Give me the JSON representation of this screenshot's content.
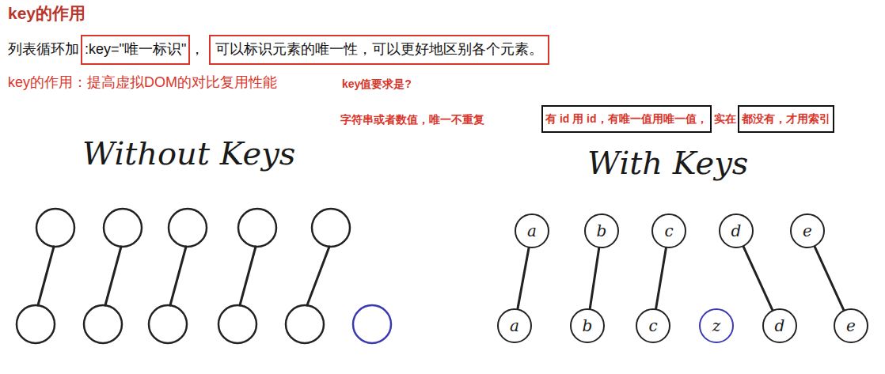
{
  "diagram": {
    "title": "key的作用",
    "nodes": [
      {
        "text": [
          ":key=\"唯一标识\""
        ]
      },
      {
        "text": [
          "可以标识元素的唯一性，可以更好地区别各个元素。"
        ]
      },
      {
        "text": [
          "有 id 用 id，有唯一值用唯一值，"
        ]
      },
      {
        "text": [
          "都没有，才用索引"
        ]
      },
      {
        "text": [
          "a"
        ]
      },
      {
        "text": [
          "b"
        ]
      },
      {
        "text": [
          "c"
        ]
      },
      {
        "text": [
          "d"
        ]
      },
      {
        "text": [
          "e"
        ]
      },
      {
        "text": [
          "a"
        ]
      },
      {
        "text": [
          "b"
        ]
      },
      {
        "text": [
          "c"
        ]
      },
      {
        "text": [
          "z"
        ]
      },
      {
        "text": [
          "d"
        ]
      },
      {
        "text": [
          "e"
        ]
      }
    ],
    "edges": [
      {
        "from": 4,
        "to": 9,
        "arrow": "none"
      },
      {
        "from": 5,
        "to": 10,
        "arrow": "none"
      },
      {
        "from": 6,
        "to": 11,
        "arrow": "none"
      },
      {
        "from": 7,
        "to": 13,
        "arrow": "none"
      },
      {
        "from": 8,
        "to": 14,
        "arrow": "none"
      }
    ],
    "labels": [
      "列表循环加",
      "，",
      "key的作用：提高虚拟DOM的对比复用性能",
      "key值要求是?",
      "字符串或者数值，唯一不重复",
      "实在",
      "Without Keys",
      "With Keys"
    ]
  }
}
